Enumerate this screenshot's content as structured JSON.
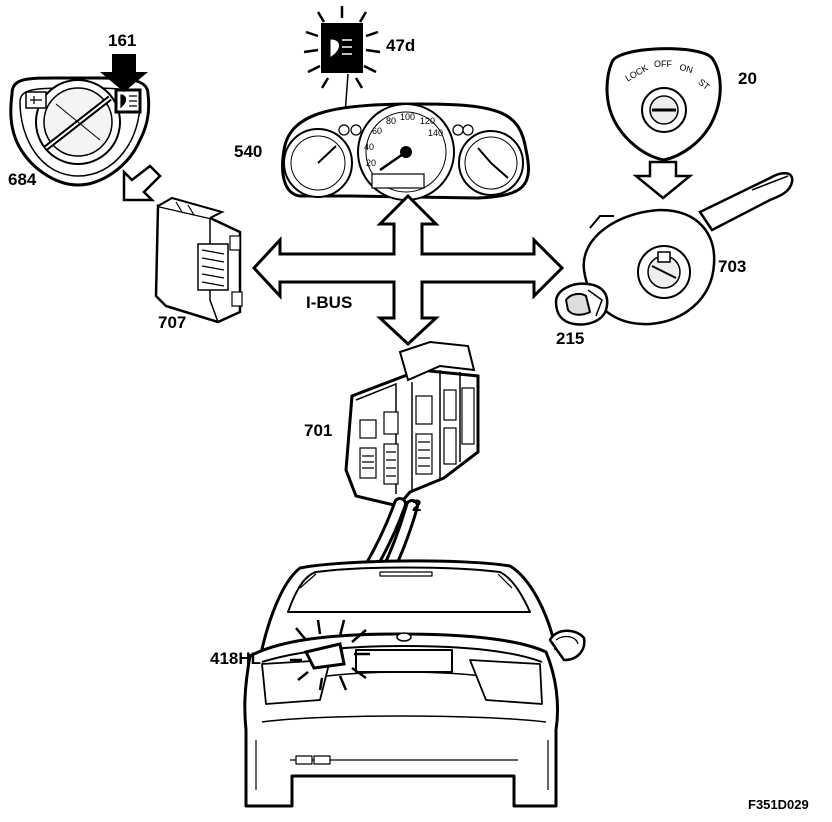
{
  "labels": {
    "c161": "161",
    "c47d": "47d",
    "c20": "20",
    "c684": "684",
    "c540": "540",
    "c707": "707",
    "c703": "703",
    "c215": "215",
    "ibus": "I-BUS",
    "c701": "701",
    "c2": "2",
    "c418hl": "418HL",
    "figure_id": "F351D029"
  },
  "ignition": {
    "lock": "LOCK",
    "off": "OFF",
    "on": "ON",
    "st": "ST"
  },
  "cluster_scale": [
    "20",
    "40",
    "60",
    "80",
    "100",
    "120",
    "140"
  ]
}
